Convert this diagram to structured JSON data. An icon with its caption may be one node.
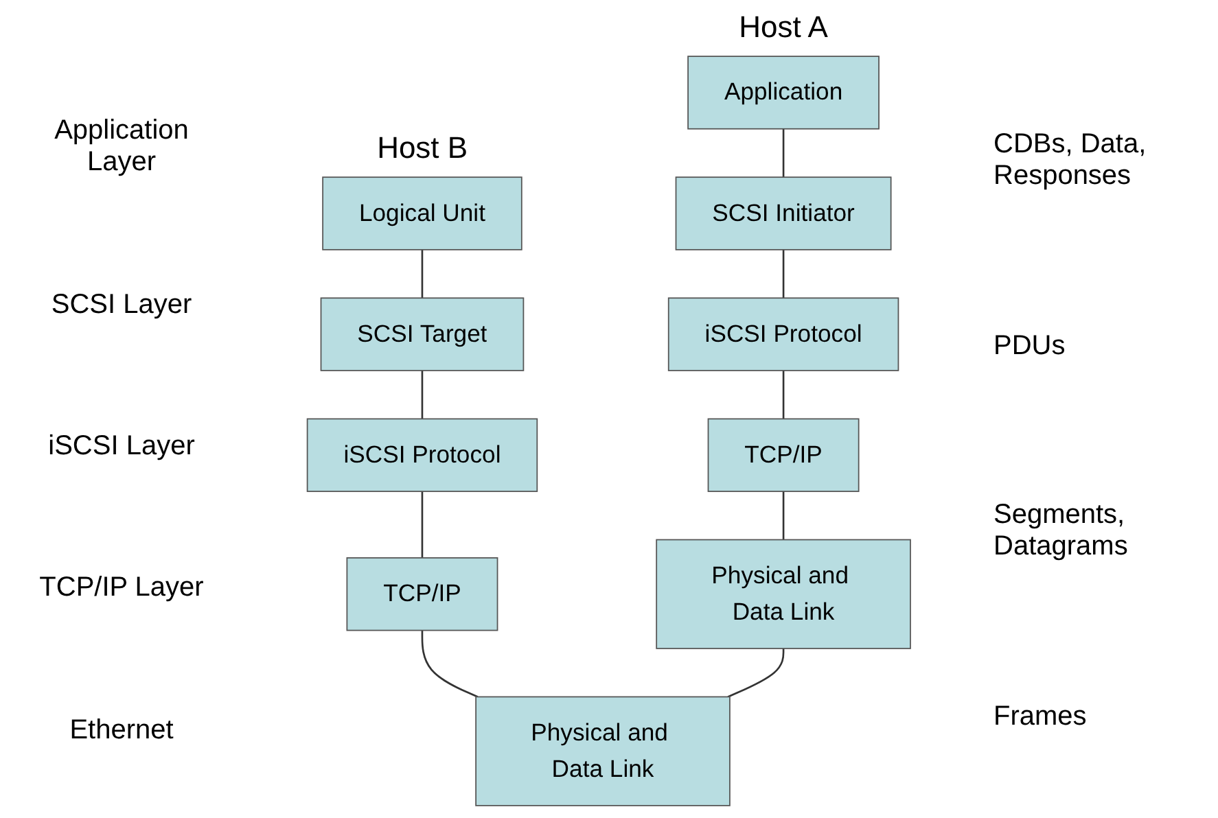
{
  "diagram": {
    "nodes": [
      {
        "text": [
          "Application"
        ]
      },
      {
        "text": [
          "SCSI Initiator"
        ]
      },
      {
        "text": [
          "iSCSI Protocol"
        ]
      },
      {
        "text": [
          "TCP/IP"
        ]
      },
      {
        "text": [
          "Physical and Data Link"
        ]
      },
      {
        "text": [
          "Logical Unit"
        ]
      },
      {
        "text": [
          "SCSI Target"
        ]
      },
      {
        "text": [
          "iSCSI Protocol"
        ]
      },
      {
        "text": [
          "TCP/IP"
        ]
      },
      {
        "text": [
          "Physical and Data Link"
        ]
      }
    ],
    "edges": [
      {
        "from": 0,
        "to": 1,
        "arrow": "none"
      },
      {
        "from": 1,
        "to": 2,
        "arrow": "none"
      },
      {
        "from": 2,
        "to": 3,
        "arrow": "none"
      },
      {
        "from": 3,
        "to": 4,
        "arrow": "none"
      },
      {
        "from": 5,
        "to": 6,
        "arrow": "none"
      },
      {
        "from": 6,
        "to": 7,
        "arrow": "none"
      },
      {
        "from": 7,
        "to": 8,
        "arrow": "none"
      },
      {
        "from": 8,
        "to": 9,
        "arrow": "none"
      },
      {
        "from": 4,
        "to": 9,
        "arrow": "none"
      }
    ],
    "labels": [
      "Host A",
      "Host B",
      "Application Layer",
      "SCSI Layer",
      "CDBs, Data, Responses",
      "iSCSI Layer",
      "PDUs",
      "TCP/IP Layer",
      "Segments, Datagrams",
      "Ethernet",
      "Frames"
    ]
  }
}
